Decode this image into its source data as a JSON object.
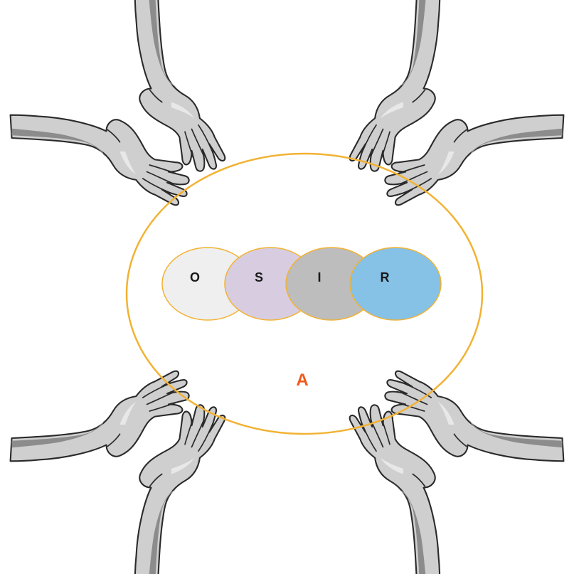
{
  "diagram": {
    "center_label": "A",
    "center_label_color": "#f05a1a",
    "ring_color": "#f2b233",
    "circles": [
      {
        "label": "O",
        "fill": "#efefef"
      },
      {
        "label": "S",
        "fill": "#d8cde0"
      },
      {
        "label": "I",
        "fill": "#bdbdbd"
      },
      {
        "label": "R",
        "fill": "#86c1e6"
      }
    ],
    "circle_stroke": "#f2b233",
    "hands": {
      "count": 8,
      "icon": "reaching-hand-icon",
      "color": "#cfcfcf"
    }
  }
}
